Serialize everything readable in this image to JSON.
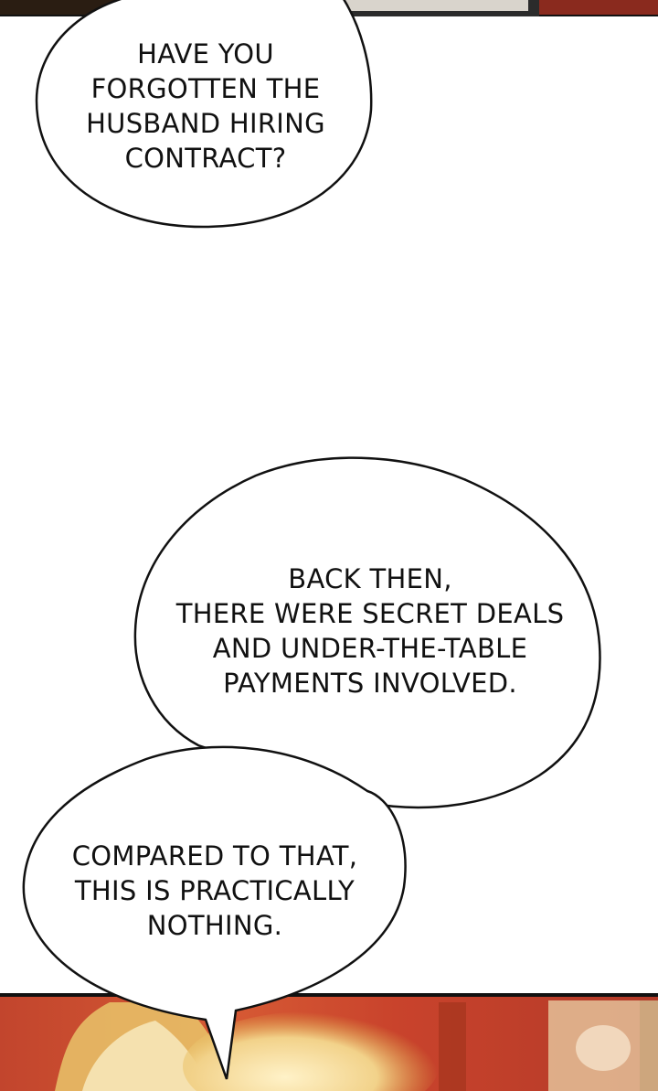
{
  "bubbles": [
    {
      "text": "HAVE YOU\nFORGOTTEN THE\nHUSBAND HIRING\nCONTRACT?"
    },
    {
      "text": "BACK THEN,\nTHERE WERE SECRET DEALS\nAND UNDER-THE-TABLE\nPAYMENTS INVOLVED."
    },
    {
      "text": "COMPARED TO THAT,\nTHIS IS PRACTICALLY\nNOTHING."
    }
  ],
  "colors": {
    "background": "#ffffff",
    "bubble_fill": "#ffffff",
    "bubble_outline": "#111111",
    "text": "#111111",
    "panel_dark": "#2a1d12",
    "panel_warm": "#b5402a",
    "panel_gold": "#e0b24a"
  }
}
